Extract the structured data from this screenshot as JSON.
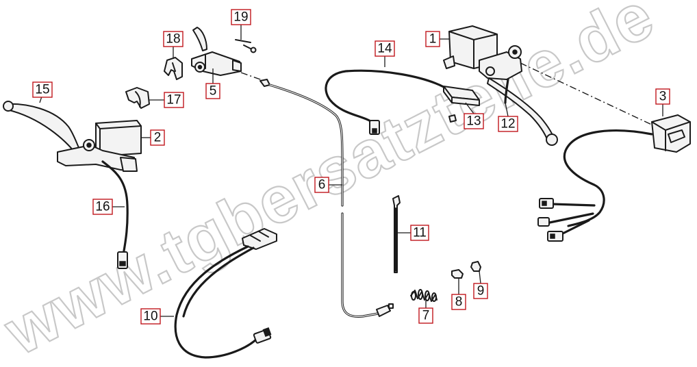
{
  "watermark": "www.tgbersatzteile.de",
  "labels": {
    "l1": "1",
    "l2": "2",
    "l3": "3",
    "l5": "5",
    "l6": "6",
    "l7": "7",
    "l8": "8",
    "l9": "9",
    "l10": "10",
    "l11": "11",
    "l12": "12",
    "l13": "13",
    "l14": "14",
    "l15": "15",
    "l16": "16",
    "l17": "17",
    "l18": "18",
    "l19": "19"
  },
  "colors": {
    "label_border": "#c0161c",
    "line": "#1a1a1a",
    "watermark": "#c8c8c8"
  }
}
